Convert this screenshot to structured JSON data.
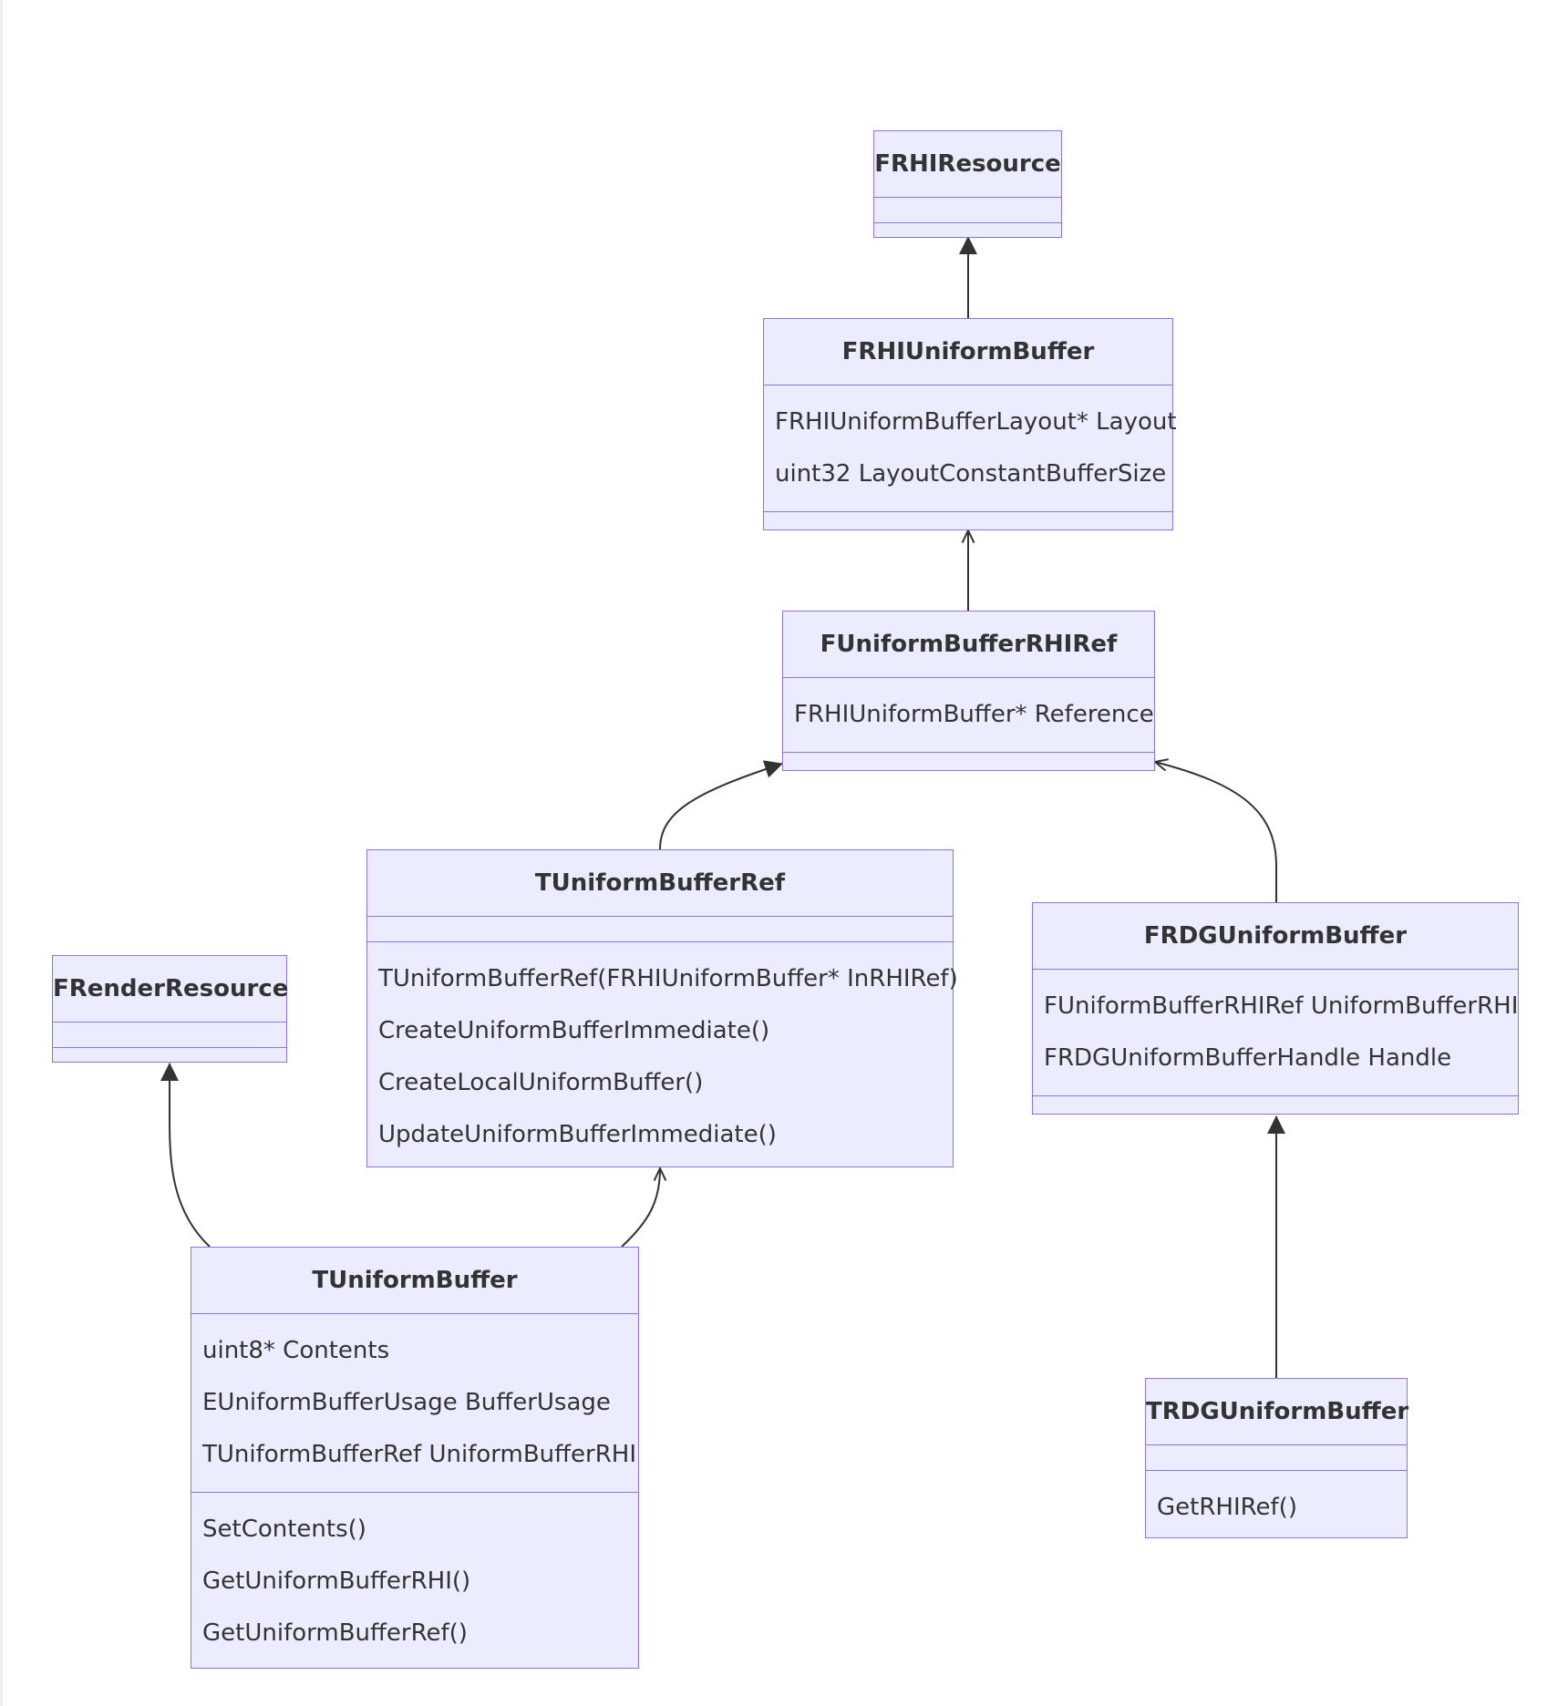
{
  "classes": {
    "frhi_resource": {
      "name": "FRHIResource",
      "attributes": [],
      "methods": []
    },
    "frhi_uniform_buffer": {
      "name": "FRHIUniformBuffer",
      "attributes": [
        "FRHIUniformBufferLayout* Layout",
        "uint32 LayoutConstantBufferSize"
      ],
      "methods": []
    },
    "funiform_buffer_rhi_ref": {
      "name": "FUniformBufferRHIRef",
      "attributes": [
        "FRHIUniformBuffer* Reference"
      ],
      "methods": []
    },
    "tuniform_buffer_ref": {
      "name": "TUniformBufferRef",
      "attributes": [],
      "methods": [
        "TUniformBufferRef(FRHIUniformBuffer* InRHIRef)",
        "CreateUniformBufferImmediate()",
        "CreateLocalUniformBuffer()",
        "UpdateUniformBufferImmediate()"
      ]
    },
    "frdg_uniform_buffer": {
      "name": "FRDGUniformBuffer",
      "attributes": [
        "FUniformBufferRHIRef UniformBufferRHI",
        "FRDGUniformBufferHandle Handle"
      ],
      "methods": []
    },
    "frender_resource": {
      "name": "FRenderResource",
      "attributes": [],
      "methods": []
    },
    "tuniform_buffer": {
      "name": "TUniformBuffer",
      "attributes": [
        "uint8* Contents",
        "EUniformBufferUsage BufferUsage",
        "TUniformBufferRef UniformBufferRHI"
      ],
      "methods": [
        "SetContents()",
        "GetUniformBufferRHI()",
        "GetUniformBufferRef()"
      ]
    },
    "trdg_uniform_buffer": {
      "name": "TRDGUniformBuffer",
      "attributes": [],
      "methods": [
        "GetRHIRef()"
      ]
    }
  },
  "relations": [
    {
      "from": "FRHIUniformBuffer",
      "to": "FRHIResource",
      "type": "inheritance"
    },
    {
      "from": "FUniformBufferRHIRef",
      "to": "FRHIUniformBuffer",
      "type": "association"
    },
    {
      "from": "TUniformBufferRef",
      "to": "FUniformBufferRHIRef",
      "type": "inheritance"
    },
    {
      "from": "FRDGUniformBuffer",
      "to": "FUniformBufferRHIRef",
      "type": "association"
    },
    {
      "from": "TUniformBuffer",
      "to": "FRenderResource",
      "type": "inheritance"
    },
    {
      "from": "TUniformBuffer",
      "to": "TUniformBufferRef",
      "type": "association"
    },
    {
      "from": "TRDGUniformBuffer",
      "to": "FRDGUniformBuffer",
      "type": "inheritance"
    }
  ],
  "colors": {
    "fill": "#ececff",
    "stroke": "#9370db",
    "edge": "#333333",
    "text": "#333333"
  }
}
